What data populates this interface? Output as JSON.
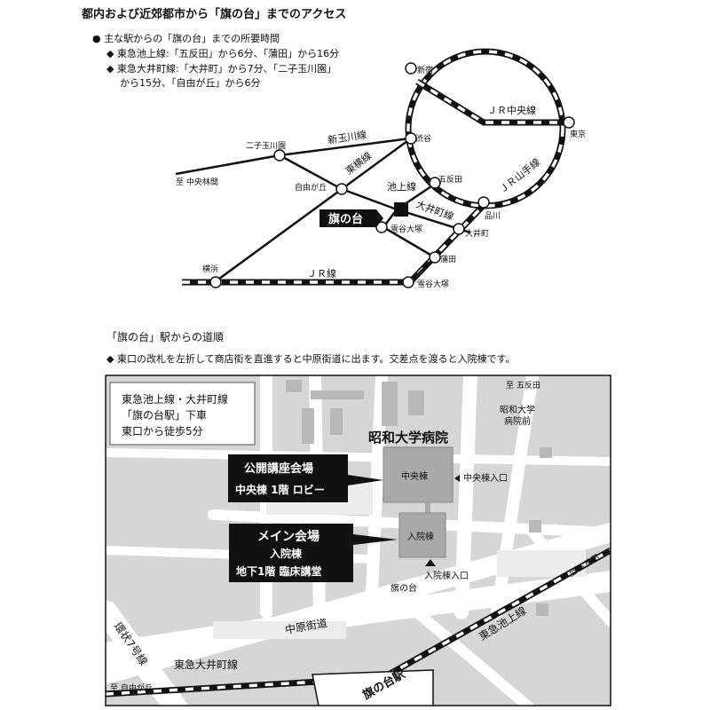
{
  "access": {
    "title": "都内および近郊都市から「旗の台」までのアクセス",
    "bullet_head": "主な駅からの「旗の台」までの所要時間",
    "ikegami_line": "東急池上線:「五反田」から6分、「蒲田」から16分",
    "oimachi_line_1": "東急大井町線:「大井町」から7分、「二子玉川園」",
    "oimachi_line_2": "から15分、「自由が丘」から6分"
  },
  "route_map": {
    "stations": {
      "shinjuku": "新宿",
      "tokyo": "東京",
      "shibuya": "渋谷",
      "gotanda": "五反田",
      "shinagawa": "品川",
      "oimachi": "大井町",
      "kamata": "蒲田",
      "yukigaya": "雪谷大塚",
      "futako": "二子玉川園",
      "jiyugaoka": "自由が丘",
      "yokohama": "横浜",
      "yukigaya_bottom": "雪谷大塚",
      "chuo_rinkan": "至 中央林間",
      "ikegami_label": "池上線"
    },
    "lines": {
      "chuo": "ＪＲ中央線",
      "yamanote": "ＪＲ山手線",
      "shintamagawa": "新玉川線",
      "toyoko": "東横線",
      "oimachi": "大井町線",
      "jr": "ＪＲ線"
    },
    "destination": "旗の台"
  },
  "directions": {
    "title": "「旗の台」駅からの道順",
    "instruction": "東口の改札を左折して商店街を直進すると中原街道に出ます。交差点を渡ると入院棟です。"
  },
  "street_map": {
    "info_box": {
      "line1": "東急池上線・大井町線",
      "line2": "「旗の台駅」下車",
      "line3": "東口から徒歩5分"
    },
    "to_gotanda": "至 五反田",
    "bus_stop": "昭和大学",
    "bus_stop2": "病院前",
    "hospital": "昭和大学病院",
    "lecture_hall": {
      "line1": "公開講座会場",
      "line2": "中央棟  1階 ロビー"
    },
    "main_hall": {
      "line1": "メイン会場",
      "line2": "入院棟",
      "line3": "地下1階 臨床講堂"
    },
    "central_building": "中央棟",
    "central_entrance": "中央棟入口",
    "ward_building": "入院棟",
    "ward_entrance": "入院棟入口",
    "hatanodai_small": "旗の台",
    "nakahara": "中原街道",
    "loop7": "環状7号線",
    "oimachi_line": "東急大井町線",
    "ikegami_line": "東急池上線",
    "to_gotanda2": "至 五反田",
    "to_jiyugaoka": "至 自由が丘",
    "station_name": "旗の台駅"
  },
  "colors": {
    "ink": "#111111",
    "block": "#d6d6d6",
    "road": "#ffffff"
  }
}
